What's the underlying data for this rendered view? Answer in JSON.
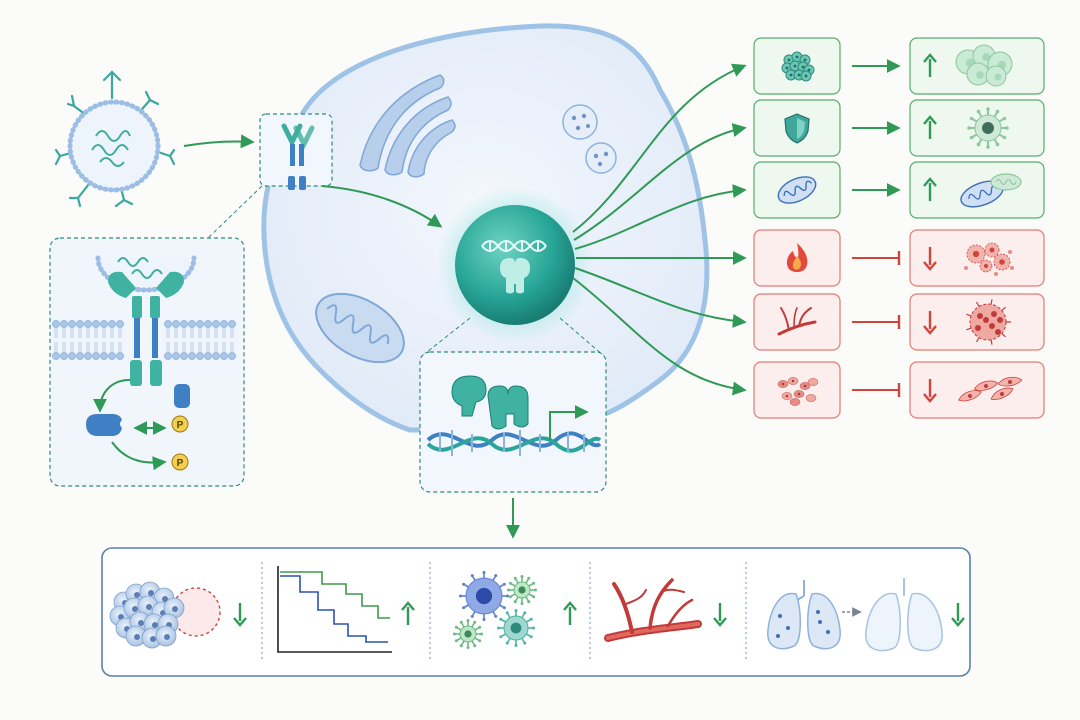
{
  "colors": {
    "accent_green": "#2f9a55",
    "inhibit_red": "#d0443c",
    "teal": "#2aa59a",
    "membrane_blue": "#9fc3e6",
    "cell_fill": "#eaf1fb",
    "box_green_bg": "#eef8ef",
    "box_red_bg": "#fdeeee",
    "phospho_yellow": "#f3cf4f"
  },
  "phospho_label": "P",
  "outcome_rows": [
    {
      "input_icon": "cell-cluster-icon",
      "relation": "promotes",
      "effect": "increase",
      "result_icon": "proliferating-cells-icon"
    },
    {
      "input_icon": "shield-icon",
      "relation": "promotes",
      "effect": "increase",
      "result_icon": "immune-cell-icon"
    },
    {
      "input_icon": "mitochondrion-icon",
      "relation": "promotes",
      "effect": "increase",
      "result_icon": "mitochondria-pair-icon"
    },
    {
      "input_icon": "flame-icon",
      "relation": "inhibits",
      "effect": "decrease",
      "result_icon": "damaged-cells-icon"
    },
    {
      "input_icon": "vessel-branch-icon",
      "relation": "inhibits",
      "effect": "decrease",
      "result_icon": "tumor-mass-icon"
    },
    {
      "input_icon": "scattered-cells-icon",
      "relation": "inhibits",
      "effect": "decrease",
      "result_icon": "migrating-cells-icon"
    }
  ],
  "bottom_panels": [
    {
      "icon": "tumor-cluster-icon",
      "effect": "decrease"
    },
    {
      "icon": "survival-curve-icon",
      "effect": "increase"
    },
    {
      "icon": "immune-cells-icon",
      "effect": "increase"
    },
    {
      "icon": "blood-vessel-icon",
      "effect": "decrease"
    },
    {
      "icon": "lungs-icon",
      "effect": "decrease"
    }
  ]
}
